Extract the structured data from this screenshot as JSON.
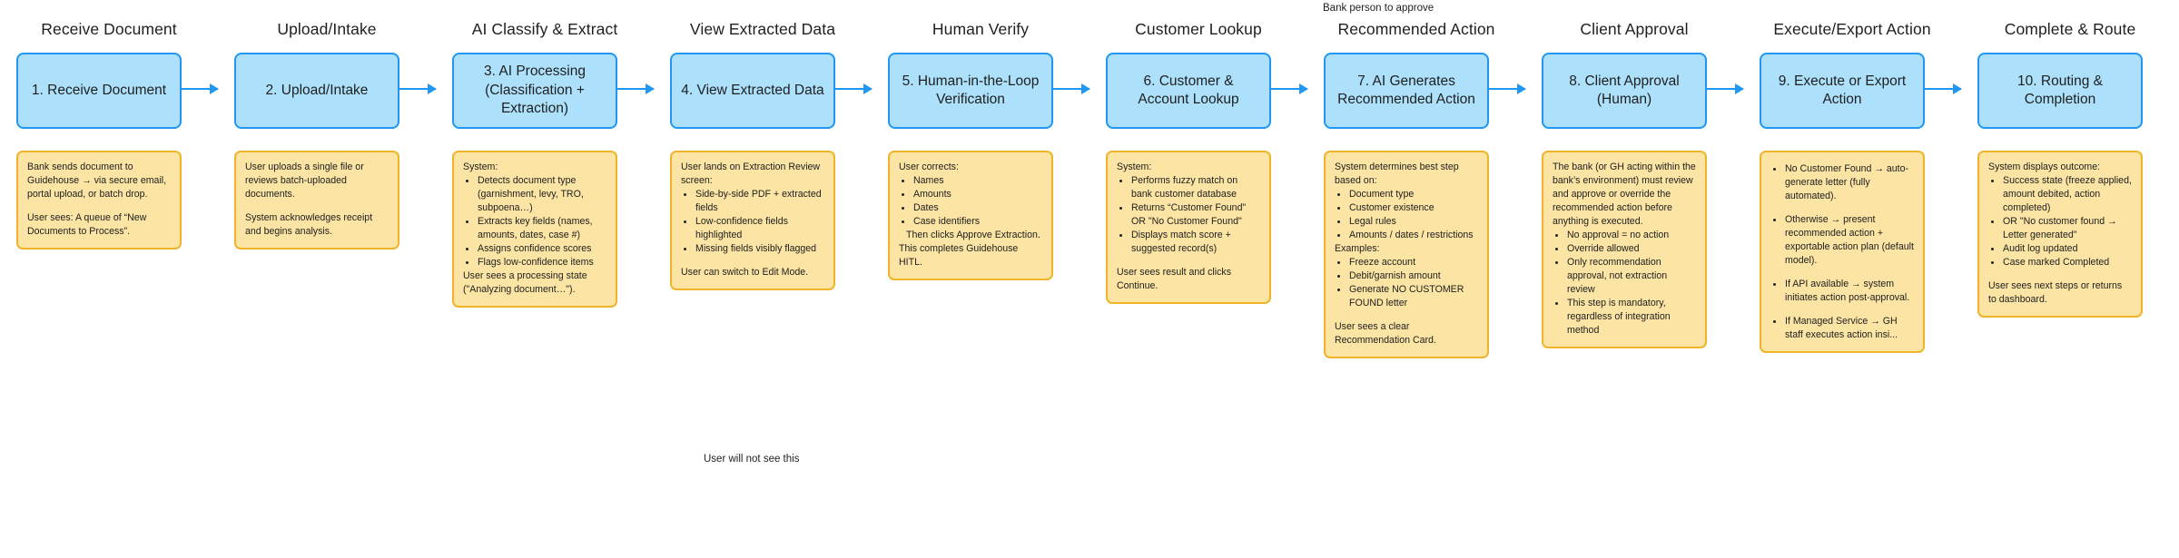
{
  "diagram": {
    "title_row": [
      "Receive Document",
      "Upload/Intake",
      "AI Classify & Extract",
      "View Extracted Data",
      "Human Verify",
      "Customer Lookup",
      "Recommended Action",
      "Client Approval",
      "Execute/Export Action",
      "Complete & Route"
    ],
    "annotations": {
      "bank_person": "Bank person to approve",
      "user_will_not_see": "User will not see this"
    },
    "steps": [
      {
        "header": "Receive Document",
        "box_label": "1. Receive Document",
        "note": {
          "blocks": [
            {
              "type": "para",
              "text": "Bank sends document to Guidehouse → via secure email, portal upload, or batch drop."
            },
            {
              "type": "para_gap",
              "text": "User sees: A queue of “New Documents to Process”."
            }
          ]
        }
      },
      {
        "header": "Upload/Intake",
        "box_label": "2. Upload/Intake",
        "note": {
          "blocks": [
            {
              "type": "para",
              "text": "User uploads a single file or reviews batch-uploaded documents."
            },
            {
              "type": "para_gap",
              "text": "System acknowledges receipt and begins analysis."
            }
          ]
        }
      },
      {
        "header": "AI Classify & Extract",
        "box_label": "3. AI Processing (Classification + Extraction)",
        "note": {
          "blocks": [
            {
              "type": "para",
              "text": "System:"
            },
            {
              "type": "list",
              "items": [
                "Detects document type (garnishment, levy, TRO, subpoena…)",
                "Extracts key fields (names, amounts, dates, case #)",
                "Assigns confidence scores",
                "Flags low-confidence items"
              ]
            },
            {
              "type": "para",
              "text": "User sees a processing state (\"Analyzing document…\")."
            }
          ]
        }
      },
      {
        "header": "View Extracted Data",
        "box_label": "4. View Extracted Data",
        "note": {
          "blocks": [
            {
              "type": "para",
              "text": "User lands on Extraction Review screen:"
            },
            {
              "type": "list",
              "items": [
                "Side-by-side PDF + extracted fields",
                "Low-confidence fields highlighted",
                "Missing fields visibly flagged"
              ]
            },
            {
              "type": "para_gap",
              "text": "User can switch to Edit Mode."
            }
          ]
        }
      },
      {
        "header": "Human Verify",
        "box_label": "5. Human-in-the-Loop Verification",
        "note": {
          "blocks": [
            {
              "type": "para",
              "text": "User corrects:"
            },
            {
              "type": "list",
              "items": [
                "Names",
                "Amounts",
                "Dates",
                "Case identifiers"
              ]
            },
            {
              "type": "indent",
              "text": "Then clicks Approve Extraction."
            },
            {
              "type": "para",
              "text": "This completes Guidehouse HITL."
            }
          ]
        }
      },
      {
        "header": "Customer Lookup",
        "box_label": "6. Customer & Account Lookup",
        "note": {
          "blocks": [
            {
              "type": "para",
              "text": "System:"
            },
            {
              "type": "list",
              "items": [
                "Performs fuzzy match on bank customer database",
                "Returns “Customer Found” OR \"No Customer Found\"",
                "Displays match score + suggested record(s)"
              ]
            },
            {
              "type": "para_gap",
              "text": "User sees result and clicks Continue."
            }
          ]
        }
      },
      {
        "header": "Recommended Action",
        "box_label": "7. AI Generates Recommended Action",
        "note": {
          "blocks": [
            {
              "type": "para",
              "text": "System determines best step based on:"
            },
            {
              "type": "list",
              "items": [
                "Document type",
                "Customer existence",
                "Legal rules",
                "Amounts / dates / restrictions"
              ]
            },
            {
              "type": "para",
              "text": "Examples:"
            },
            {
              "type": "list",
              "items": [
                "Freeze account",
                "Debit/garnish amount",
                "Generate NO CUSTOMER FOUND letter"
              ]
            },
            {
              "type": "para_gap",
              "text": "User sees a clear Recommendation Card."
            }
          ]
        }
      },
      {
        "header": "Client Approval",
        "box_label": "8. Client Approval (Human)",
        "note": {
          "blocks": [
            {
              "type": "para",
              "text": "The bank (or GH acting within the bank’s environment) must review and approve or override the recommended action before anything is executed."
            },
            {
              "type": "list",
              "items": [
                "No approval = no action",
                "Override allowed",
                "Only recommendation approval, not extraction review",
                "This step is mandatory, regardless of integration method"
              ]
            }
          ]
        }
      },
      {
        "header": "Execute/Export Action",
        "box_label": "9. Execute or Export Action",
        "note": {
          "blocks": [
            {
              "type": "list_spaced",
              "items": [
                "No Customer Found → auto-generate letter (fully automated).",
                "Otherwise → present recommended action + exportable action plan (default model).",
                "If API available → system initiates action post-approval.",
                "If Managed Service → GH staff executes action insi..."
              ]
            }
          ]
        }
      },
      {
        "header": "Complete & Route",
        "box_label": "10. Routing & Completion",
        "note": {
          "blocks": [
            {
              "type": "para",
              "text": "System displays outcome:"
            },
            {
              "type": "list",
              "items": [
                "Success state (freeze applied, amount debited, action completed)",
                "OR \"No customer found → Letter generated\"",
                "Audit log updated",
                "Case marked Completed"
              ]
            },
            {
              "type": "para_gap",
              "text": "User sees next steps or returns to dashboard."
            }
          ]
        }
      }
    ],
    "colors": {
      "box_fill": "#ace0fb",
      "box_border": "#2196f3",
      "note_fill": "#fce5a4",
      "note_border": "#f0b429",
      "arrow": "#2196f3",
      "text": "#1f1f1f"
    }
  }
}
